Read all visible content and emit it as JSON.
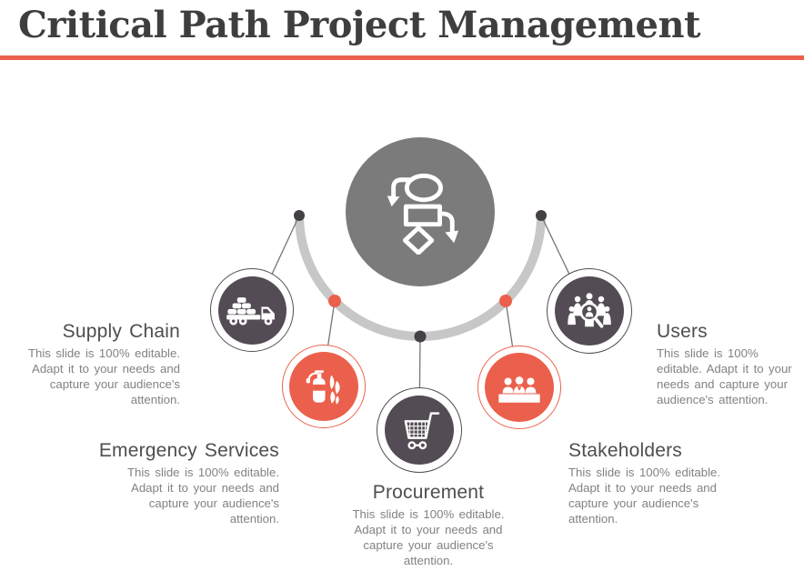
{
  "slide": {
    "title": "Critical Path Project Management"
  },
  "hub": {
    "icon": "flowchart-icon"
  },
  "nodes": [
    {
      "id": "supply-chain",
      "label": "Supply Chain",
      "description": "This slide is 100% editable. Adapt it to your needs and capture your audience's attention.",
      "icon": "cargo-truck-icon",
      "color": "dark"
    },
    {
      "id": "emergency-services",
      "label": "Emergency Services",
      "description": "This slide is 100% editable. Adapt it to your needs and capture your audience's attention.",
      "icon": "fire-extinguisher-icon",
      "color": "orange"
    },
    {
      "id": "procurement",
      "label": "Procurement",
      "description": "This slide is 100% editable. Adapt it to your needs and capture your audience's attention.",
      "icon": "shopping-cart-icon",
      "color": "dark"
    },
    {
      "id": "stakeholders",
      "label": "Stakeholders",
      "description": "This slide is 100% editable. Adapt it to your needs and capture your audience's attention.",
      "icon": "audience-panel-icon",
      "color": "orange"
    },
    {
      "id": "users",
      "label": "Users",
      "description": "This slide is 100% editable. Adapt it to your needs and capture your audience's attention.",
      "icon": "user-search-icon",
      "color": "dark"
    }
  ],
  "colors": {
    "accent_orange": "#EB604C",
    "node_dark": "#544C54",
    "hub_gray": "#7B7B7B",
    "arc_gray": "#C7C7C7",
    "dot_dark": "#453F46",
    "line_color": "#757575",
    "title_color": "#3E3E3E",
    "heading_color": "#4E4E4E",
    "body_color": "#828282",
    "background": "#FFFFFF"
  }
}
